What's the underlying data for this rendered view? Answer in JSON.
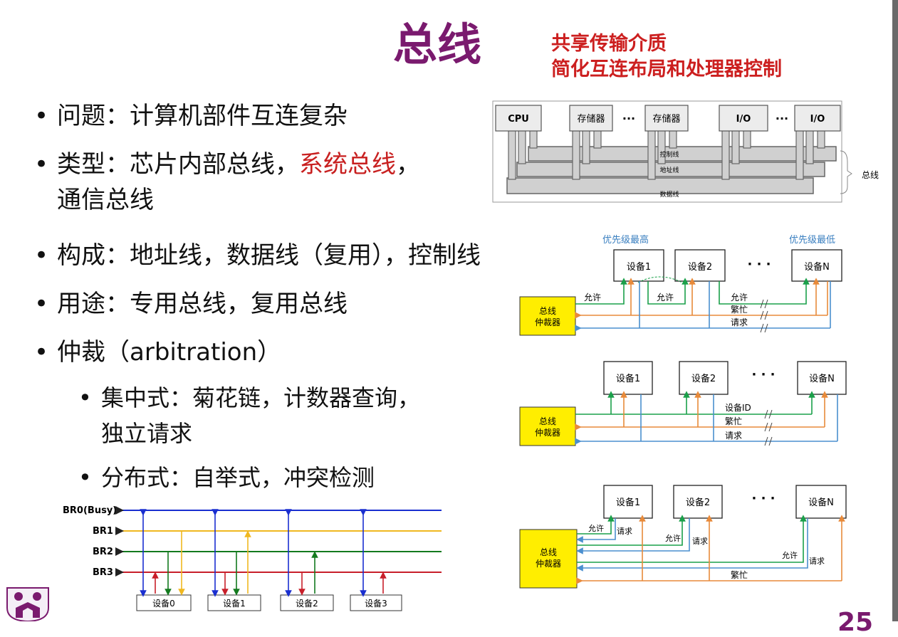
{
  "title": "总线",
  "subtitle": {
    "line1": "共享传输介质",
    "line2": "简化互连布局和处理器控制"
  },
  "bullets": {
    "problem": "问题：计算机部件互连复杂",
    "types_prefix": "类型：芯片内部总线，",
    "types_highlight": "系统总线",
    "types_suffix": "，",
    "types_line2": "通信总线",
    "composition": "构成：地址线，数据线（复用），控制线",
    "usage": "用途：专用总线，复用总线",
    "arbitration": "仲裁（arbitration）",
    "centralized": "集中式：菊花链，计数器查询，",
    "centralized_line2": "独立请求",
    "distributed": "分布式：自举式，冲突检测"
  },
  "bus_structure": {
    "cpu": "CPU",
    "memory1": "存储器",
    "memory2": "存储器",
    "io1": "I/O",
    "io2": "I/O",
    "ellipsis": "···",
    "control_line": "控制线",
    "address_line": "地址线",
    "data_line": "数据线",
    "bus_label": "总线"
  },
  "daisy_chain": {
    "priority_high": "优先级最高",
    "priority_low": "优先级最低",
    "device1": "设备1",
    "device2": "设备2",
    "deviceN": "设备N",
    "ellipsis": "· · ·",
    "arbiter_line1": "总线",
    "arbiter_line2": "仲裁器",
    "grant1": "允许",
    "grant2": "允许",
    "grant3": "允许",
    "busy": "繁忙",
    "request": "请求"
  },
  "polling": {
    "device1": "设备1",
    "device2": "设备2",
    "deviceN": "设备N",
    "ellipsis": "· · ·",
    "arbiter_line1": "总线",
    "arbiter_line2": "仲裁器",
    "device_id": "设备ID",
    "busy": "繁忙",
    "request": "请求"
  },
  "independent": {
    "device1": "设备1",
    "device2": "设备2",
    "deviceN": "设备N",
    "ellipsis": "· · ·",
    "arbiter_line1": "总线",
    "arbiter_line2": "仲裁器",
    "grant1": "允许",
    "request1": "请求",
    "grant2": "允许",
    "request2": "请求",
    "grantN": "允许",
    "requestN": "请求",
    "busy": "繁忙"
  },
  "distributed_diagram": {
    "br0": "BR0(Busy)",
    "br1": "BR1",
    "br2": "BR2",
    "br3": "BR3",
    "device0": "设备0",
    "device1": "设备1",
    "device2": "设备2",
    "device3": "设备3"
  },
  "page_number": "25",
  "colors": {
    "title": "#7a1a6e",
    "highlight": "#cc1f1f",
    "green_line": "#1aa04a",
    "orange_line": "#e88a3a",
    "blue_line": "#4a8fcf",
    "arbiter_fill": "#ffee00",
    "bus_gray": "#c8c8c8"
  }
}
